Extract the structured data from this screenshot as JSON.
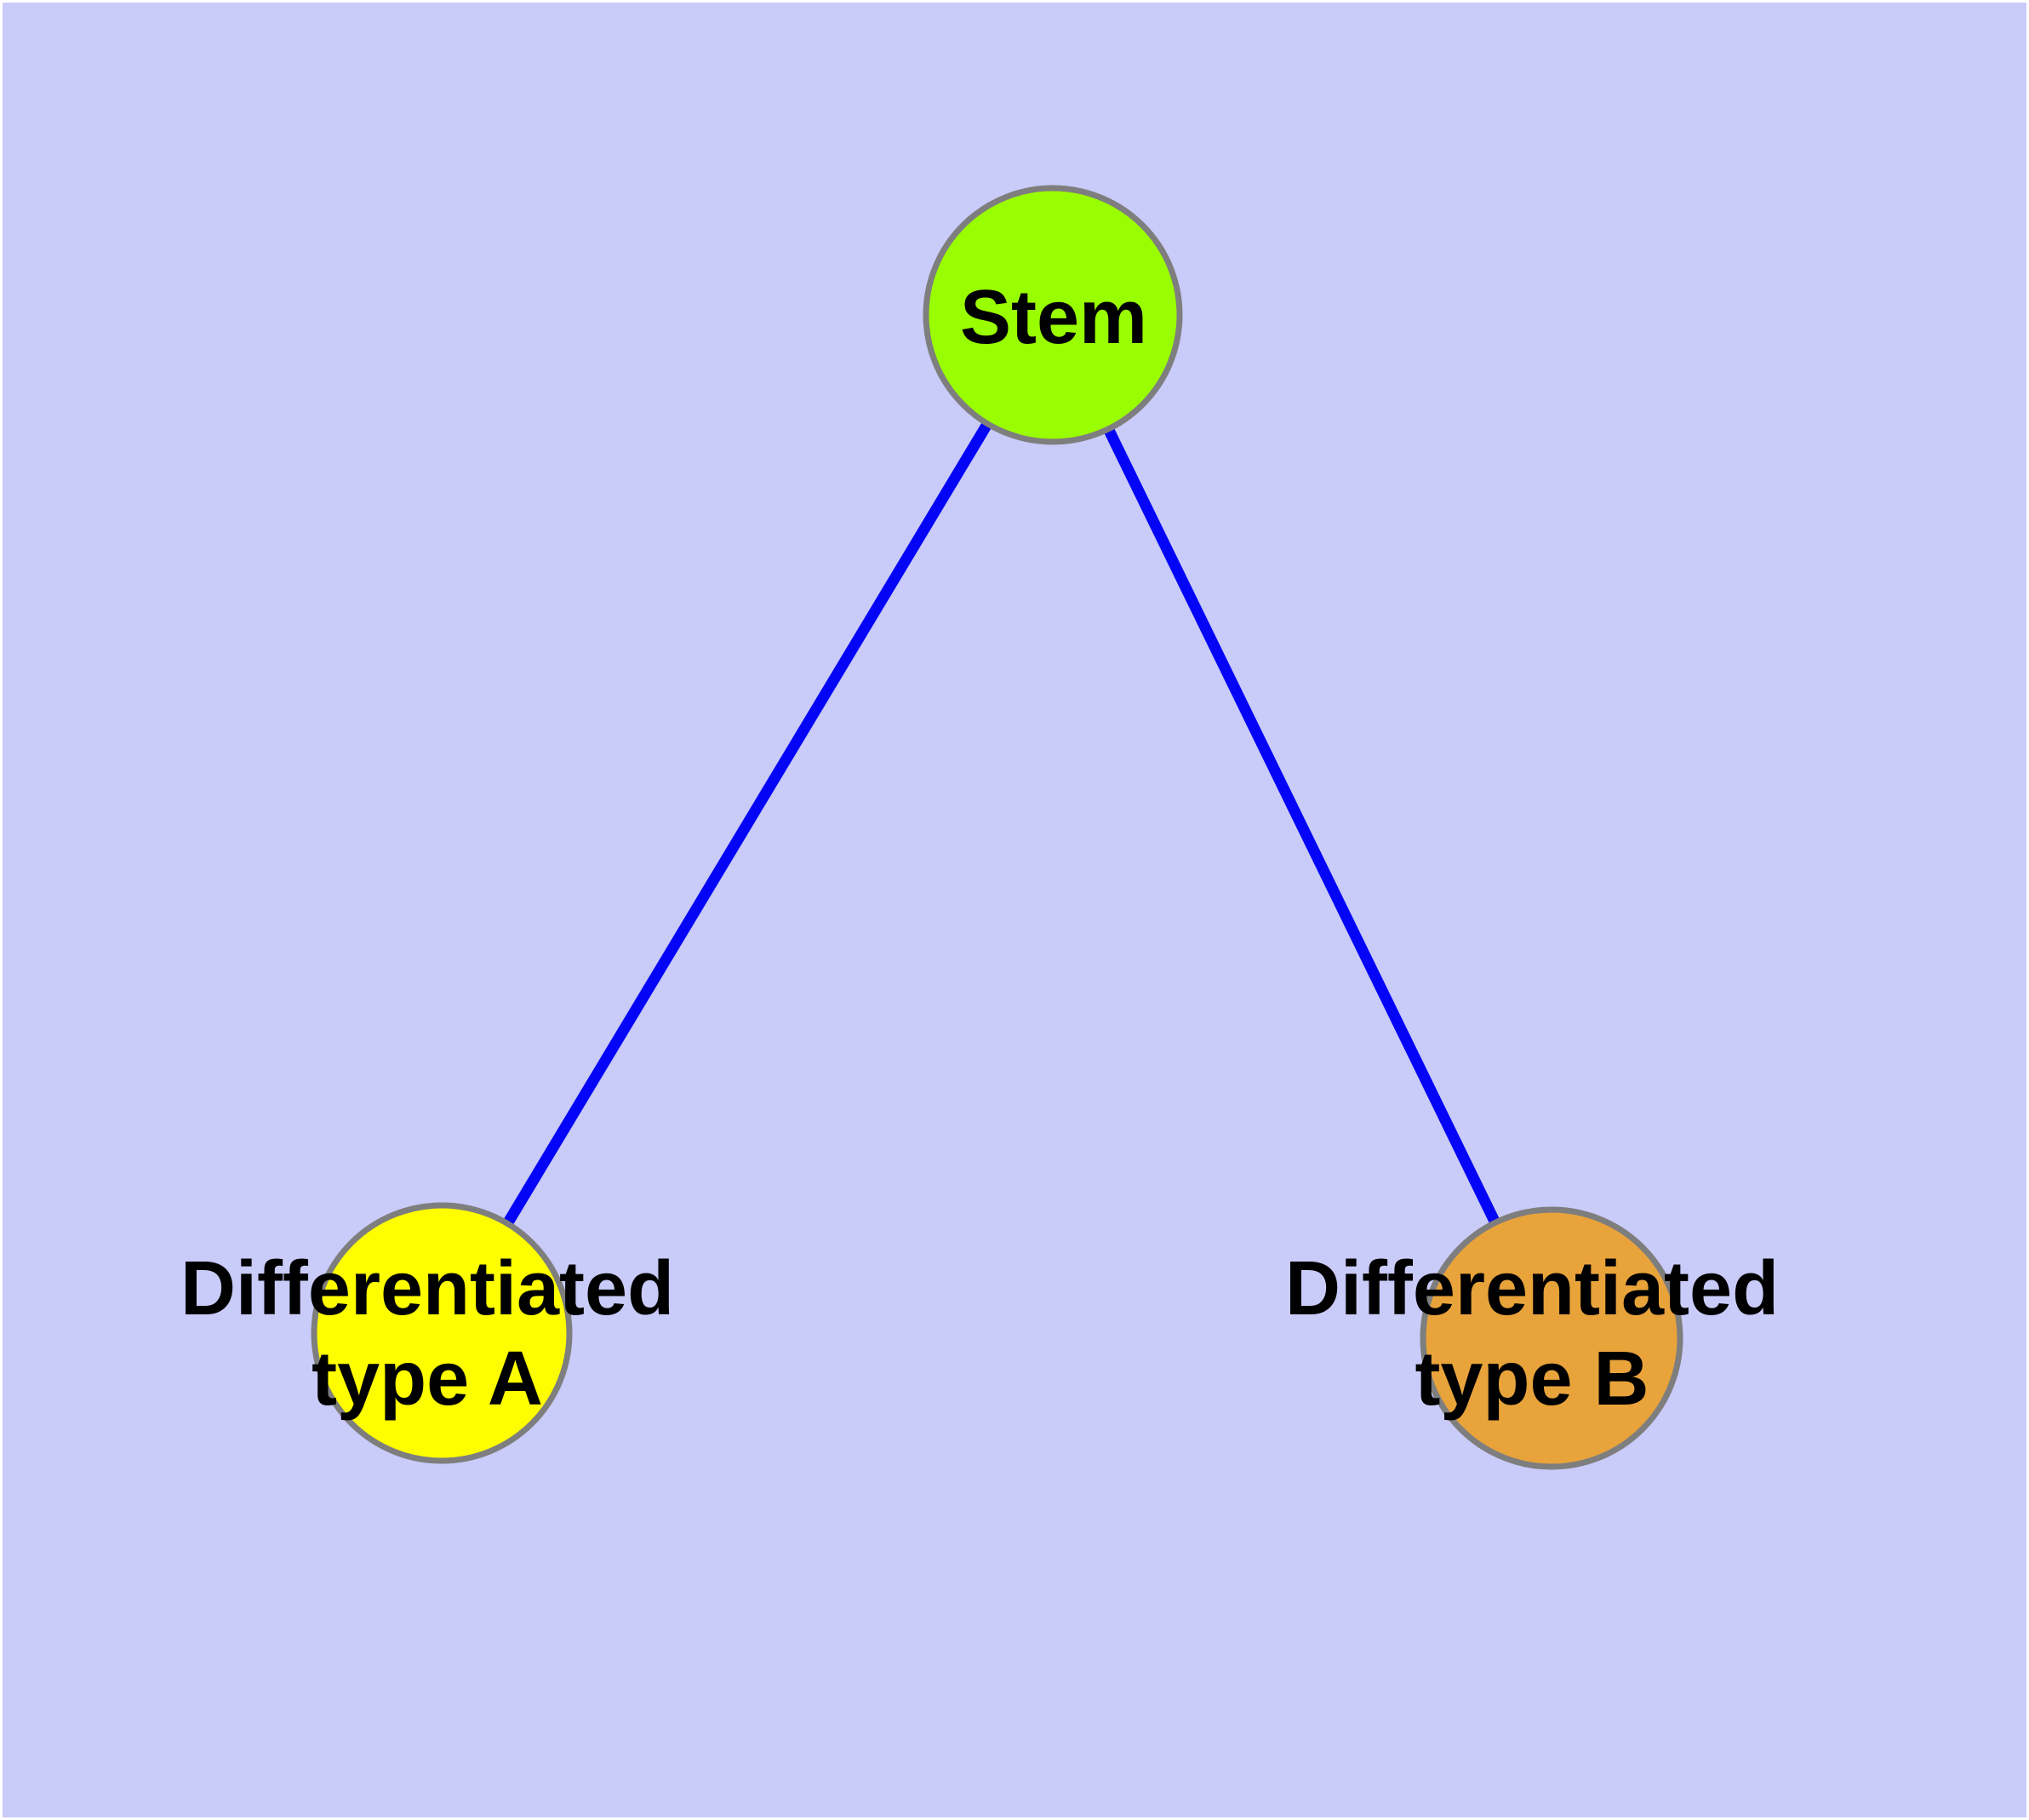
{
  "canvas": {
    "background_color": "#C9CBF8",
    "frame_color": "#FFFFFF",
    "edge_color": "#0404F6",
    "node_border_color": "#7E7E7E",
    "label_color": "#000000"
  },
  "nodes": {
    "stem": {
      "label": "Stem",
      "fill": "#9AFE02"
    },
    "type_a": {
      "label": "Differentiated\ntype A",
      "fill": "#FEFE00"
    },
    "type_b": {
      "label": "Differentiated\ntype B",
      "fill": "#E8A33B"
    }
  },
  "edges": [
    {
      "from": "Stem",
      "to": "Differentiated type A"
    },
    {
      "from": "Stem",
      "to": "Differentiated type B"
    }
  ]
}
